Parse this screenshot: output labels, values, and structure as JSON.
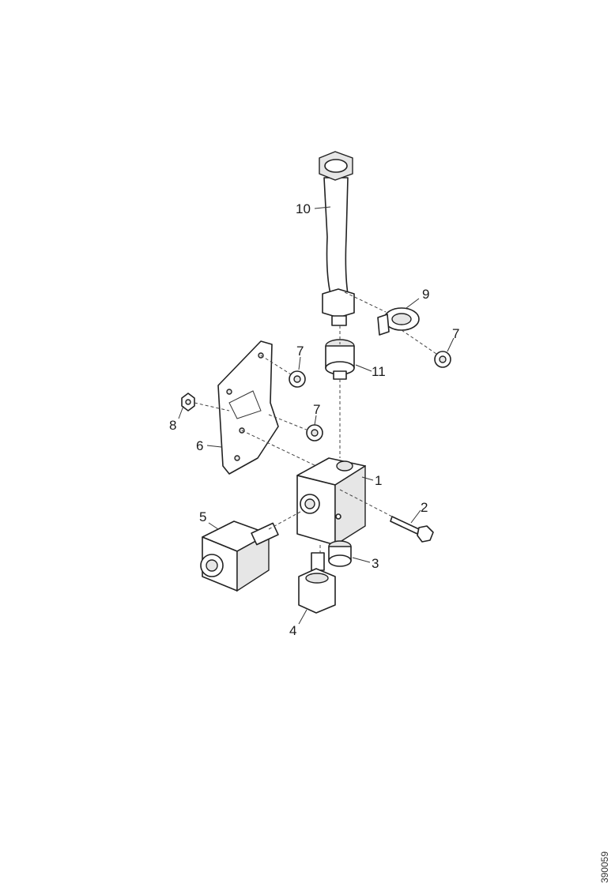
{
  "callouts": {
    "c1": "1",
    "c2": "2",
    "c3": "3",
    "c4": "4",
    "c5": "5",
    "c6": "6",
    "c7a": "7",
    "c7b": "7",
    "c7c": "7",
    "c8": "8",
    "c9": "9",
    "c10": "10",
    "c11": "11"
  },
  "document_id": "390059"
}
